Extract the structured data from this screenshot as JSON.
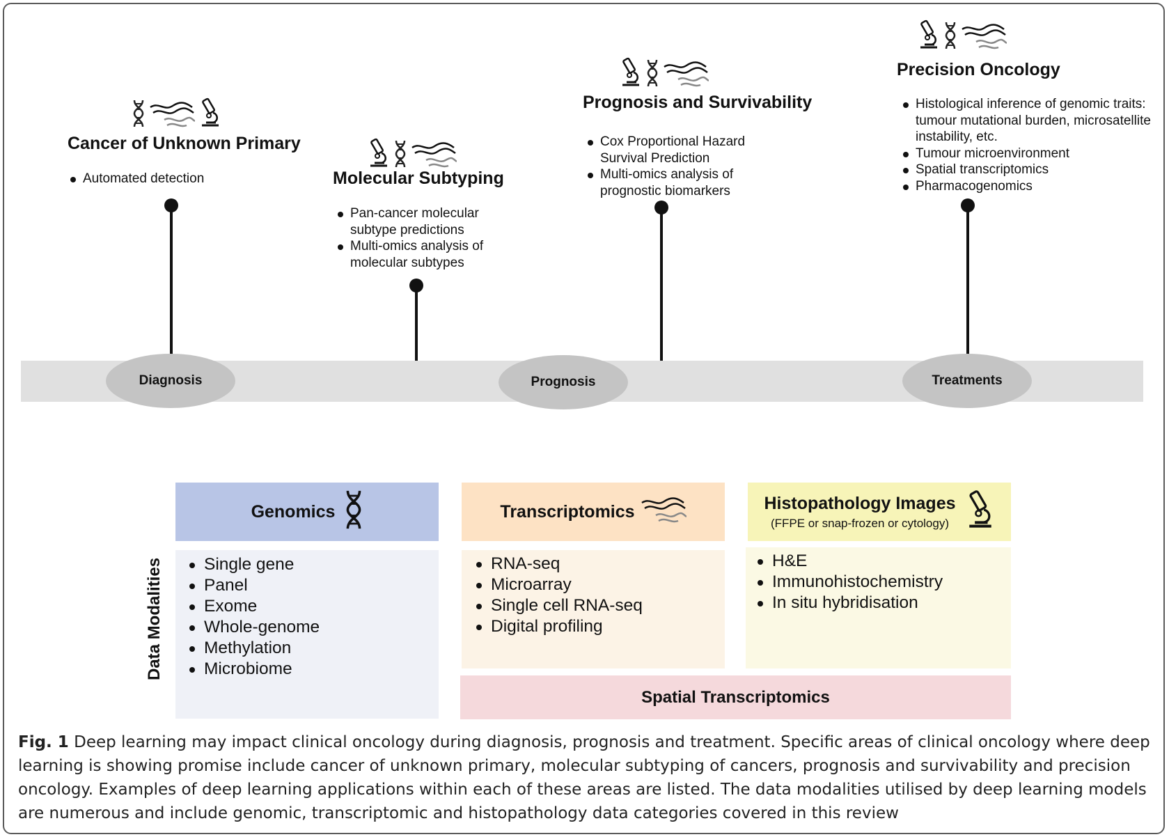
{
  "milestones": [
    {
      "id": "cup",
      "title": "Cancer of Unknown Primary",
      "bullets": [
        "Automated detection"
      ],
      "icons": [
        "dna-icon",
        "sequence-wave-icon",
        "microscope-icon"
      ]
    },
    {
      "id": "ms",
      "title": "Molecular Subtyping",
      "bullets": [
        "Pan-cancer molecular subtype predictions",
        "Multi-omics analysis of molecular subtypes"
      ],
      "icons": [
        "microscope-icon",
        "dna-icon",
        "sequence-wave-icon"
      ]
    },
    {
      "id": "ps",
      "title": "Prognosis and Survivability",
      "bullets": [
        "Cox Proportional Hazard Survival Prediction",
        "Multi-omics analysis of prognostic biomarkers"
      ],
      "icons": [
        "microscope-icon",
        "dna-icon",
        "sequence-wave-icon"
      ]
    },
    {
      "id": "po",
      "title": "Precision Oncology",
      "bullets": [
        "Histological inference of genomic traits: tumour mutational burden, microsatellite instability, etc.",
        "Tumour microenvironment",
        "Spatial transcriptomics",
        "Pharmacogenomics"
      ],
      "icons": [
        "microscope-icon",
        "dna-icon",
        "sequence-wave-icon"
      ]
    }
  ],
  "stages": [
    "Diagnosis",
    "Prognosis",
    "Treatments"
  ],
  "data_modalities": {
    "label": "Data Modalities",
    "boxes": [
      {
        "title": "Genomics",
        "subtitle": "",
        "icon": "dna-icon",
        "head_color": "#b8c5e6",
        "body_color": "#eff1f7",
        "items": [
          "Single gene",
          "Panel",
          "Exome",
          "Whole-genome",
          "Methylation",
          "Microbiome"
        ]
      },
      {
        "title": "Transcriptomics",
        "subtitle": "",
        "icon": "sequence-wave-icon",
        "head_color": "#fde2c4",
        "body_color": "#fcf3e6",
        "items": [
          "RNA-seq",
          "Microarray",
          "Single cell RNA-seq",
          "Digital profiling"
        ]
      },
      {
        "title": "Histopathology Images",
        "subtitle": "(FFPE or snap-frozen or cytology)",
        "icon": "microscope-icon",
        "head_color": "#f7f4b8",
        "body_color": "#fbf9e4",
        "items": [
          "H&E",
          "Immunohistochemistry",
          "In situ hybridisation"
        ]
      }
    ],
    "spatial": {
      "title": "Spatial Transcriptomics",
      "color": "#f5d9dc"
    }
  },
  "caption": {
    "label": "Fig. 1",
    "text": "Deep learning may impact clinical oncology during diagnosis, prognosis and treatment. Specific areas of clinical oncology where deep learning is showing promise include cancer of unknown primary, molecular subtyping of cancers, prognosis and survivability and precision oncology. Examples of deep learning applications within each of these areas are listed. The data modalities utilised by deep learning models are numerous and include genomic, transcriptomic and histopathology data categories covered in this review"
  }
}
